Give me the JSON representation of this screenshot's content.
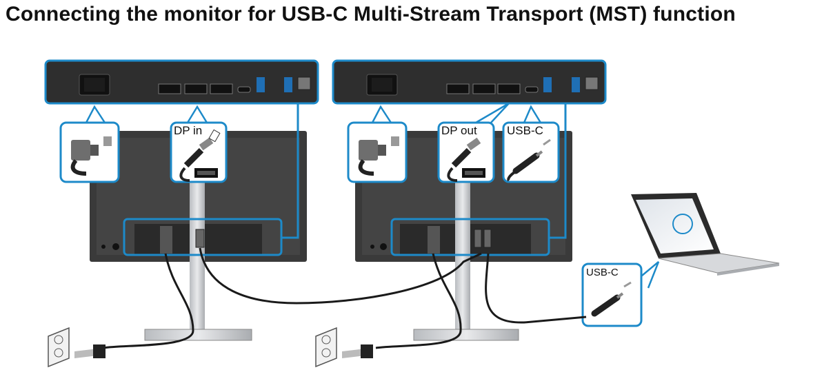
{
  "title": "Connecting the monitor for USB-C Multi-Stream Transport (MST) function",
  "labels": {
    "dp_in": "DP in",
    "dp_out": "DP out",
    "usbc_monitor": "USB-C",
    "usbc_laptop": "USB-C"
  },
  "colors": {
    "accent": "#1d8ac9",
    "monitor_body": "#3b3b3b",
    "cable": "#1a1a1a",
    "stand": "#c9cbce"
  },
  "icons": [
    "power-plug-icon",
    "displayport-connector-icon",
    "usb-c-connector-icon",
    "wall-outlet-icon",
    "laptop-icon"
  ]
}
